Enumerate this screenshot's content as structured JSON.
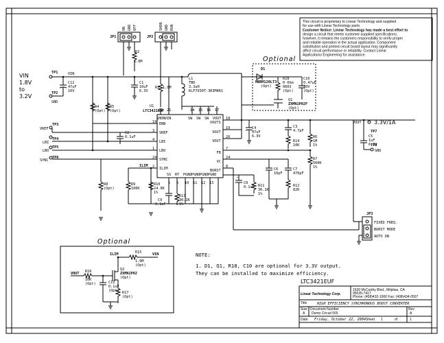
{
  "disclaimer": [
    "This circuit is proprietary to Linear Technology and supplied",
    "for use with Linear Technology parts.",
    "Customer Notice: Linear Technology has made a best effort to",
    "design a circuit that meets customer-supplied specifications;",
    "however, it remains the customers responsibility to verify proper",
    "and reliable operation in the actual application. Component",
    "substitution and printed circuit board layout may significantly",
    "affect circuit performance or reliability. Contact Linear",
    "Applications Engineering for assistance."
  ],
  "optional_labels": [
    "Optional",
    "Optional"
  ],
  "ic": {
    "ref": "U1",
    "part": "LTC3421EUF",
    "pins_left": [
      {
        "name": "ENB",
        "num": "19"
      },
      {
        "name": "VREF",
        "num": "3"
      },
      {
        "name": "LBI",
        "num": "4"
      },
      {
        "name": "LBO",
        "num": "1"
      },
      {
        "name": "SYNC",
        "num": "24"
      },
      {
        "name": "ILIM",
        "num": "2"
      }
    ],
    "pins_top": [
      {
        "name": "SHDN",
        "num": "22"
      },
      {
        "name": "VIN",
        "num": "21"
      },
      {
        "name": "SW",
        "num": "14"
      },
      {
        "name": "SW",
        "num": "15"
      },
      {
        "name": "SW",
        "num": "16"
      },
      {
        "name": "VOUT",
        "num": "17"
      }
    ],
    "pins_right": [
      {
        "name": "VOUTS",
        "num": "18"
      },
      {
        "name": "VOUT",
        "num": "19"
      },
      {
        "name": "VOUT",
        "num": "20"
      },
      {
        "name": "FB",
        "num": "7"
      },
      {
        "name": "VC",
        "num": "24"
      },
      {
        "name": "BURST",
        "num": "8"
      }
    ],
    "pins_bottom": [
      {
        "name": "SS",
        "num": "5"
      },
      {
        "name": "RT",
        "num": "6"
      },
      {
        "name": "PGND",
        "num": "10"
      },
      {
        "name": "PGND",
        "num": "11"
      },
      {
        "name": "PGND",
        "num": "12"
      },
      {
        "name": "PGND",
        "num": "13"
      }
    ]
  },
  "jumpers": {
    "jp1": {
      "ref": "JP1",
      "labels": [
        "ON",
        "GND",
        "OFF"
      ]
    },
    "jp2": {
      "ref": "JP2",
      "labels": [
        "SHDN",
        "GND",
        "RUN"
      ]
    },
    "jp3": {
      "ref": "JP3",
      "labels": [
        "FIXED FREQ.",
        "BURST MODE",
        "AUTO ON"
      ]
    }
  },
  "terminals": {
    "tp1": {
      "ref": "TP1",
      "net": "VIN"
    },
    "tp2": {
      "ref": "TP2",
      "net": "GND"
    },
    "tp3": {
      "ref": "TP3",
      "net": "VREF"
    },
    "tp4": {
      "ref": "TP4",
      "net": "LBI"
    },
    "tp5": {
      "ref": "TP5",
      "net": "LBO"
    },
    "tp6": {
      "ref": "TP6",
      "net": "SYNC"
    },
    "tp7": {
      "ref": "TP7",
      "net": "VOUT"
    },
    "tp8": {
      "ref": "TP8",
      "net": "GND"
    }
  },
  "vin_label": [
    "VIN",
    "1.8V",
    "to",
    "3.2V"
  ],
  "vout_label": "3.3V/1A",
  "vout_net": "VOUT",
  "components": {
    "c12": [
      "C12",
      "47uF",
      "10V"
    ],
    "r2": [
      "R2",
      "1.0M"
    ],
    "c1": [
      "C1",
      "10uF",
      "6.3V"
    ],
    "r3": [
      "R3",
      "1.0M"
    ],
    "l1": [
      "L1",
      "TBD",
      "3.3uH",
      "KLF7030T-3R3M4R1"
    ],
    "d1": [
      "D1",
      "MBRM120LT3",
      "(Opt)"
    ],
    "r18": [
      "R18",
      "0 Ohm",
      "0603",
      "(Opt)"
    ],
    "c10": [
      "C10",
      "0.47uF",
      "10V",
      "(Opt)"
    ],
    "q1": [
      "Q1",
      "ZXMN1P02F",
      "(Opt)"
    ],
    "r4": [
      "R4",
      "(Opt)"
    ],
    "r5": [
      "R5",
      "(Opt)"
    ],
    "c2": [
      "C2",
      "0.1uF"
    ],
    "c4": [
      "C4",
      "47uF",
      "6.3V"
    ],
    "c3": [
      "C3",
      "4.7pF"
    ],
    "r6": [
      "R6",
      "1M",
      "1%"
    ],
    "r14": [
      "R14",
      "10K"
    ],
    "c5": [
      "C5",
      "1uF",
      "6.3V"
    ],
    "r7": [
      "R7",
      "560K",
      "1%"
    ],
    "c6": [
      "C6",
      "10pF"
    ],
    "c7": [
      "C7",
      "470pF"
    ],
    "c8": [
      "C8",
      "0.1uF"
    ],
    "r11": [
      "R11",
      "30.1K",
      "1%"
    ],
    "r12": [
      "R12",
      "82K"
    ],
    "r8": [
      "R8",
      "(Opt)"
    ],
    "r9": [
      "R9",
      "100K"
    ],
    "r10": [
      "R10",
      "24.9K",
      "1%"
    ],
    "c9": [
      "C9",
      "0.1uF"
    ],
    "r13": [
      "R13",
      "30.1K",
      "1%"
    ],
    "r15": [
      "R15",
      "1.0M",
      "(Opt)"
    ],
    "r16": [
      "R16",
      "10K",
      "(Opt)"
    ],
    "c11": [
      "C11",
      "0.1uF",
      "(Opt)"
    ],
    "q2": [
      "Q2",
      "ZXMN1P02",
      "(Opt)"
    ],
    "r17": [
      "R17",
      "(Opt)"
    ]
  },
  "opt_net_labels": [
    "ILIM",
    "VIN",
    "VOUT"
  ],
  "notes": [
    "NOTE:",
    "1. D1, Q1, R18, C10 are optional for 3.3V output.",
    "They can be installed to maximize efficiency."
  ],
  "title_block": {
    "part": "LTC3421EUF",
    "company": "Linear Technology Corp.",
    "address": [
      "1630 McCarthy Blvd., Milpitas, CA",
      "95035-7417",
      "Phone: (408)432-1900 Fax: (408)434-0507"
    ],
    "title_label": "Title",
    "title": "HIGH EFFICIENCY SYNCHRONOUS BOOST CONVERTER",
    "size_label": "Size",
    "size": "A",
    "doc_label": "Document Number",
    "doc": "Demo Circuit 565",
    "rev_label": "Rev",
    "rev": "A",
    "date_label": "Date",
    "date": "Friday, October 22, 2004",
    "sheet_label": "Sheet",
    "sheet": "1",
    "of_label": "of",
    "of": "1"
  }
}
